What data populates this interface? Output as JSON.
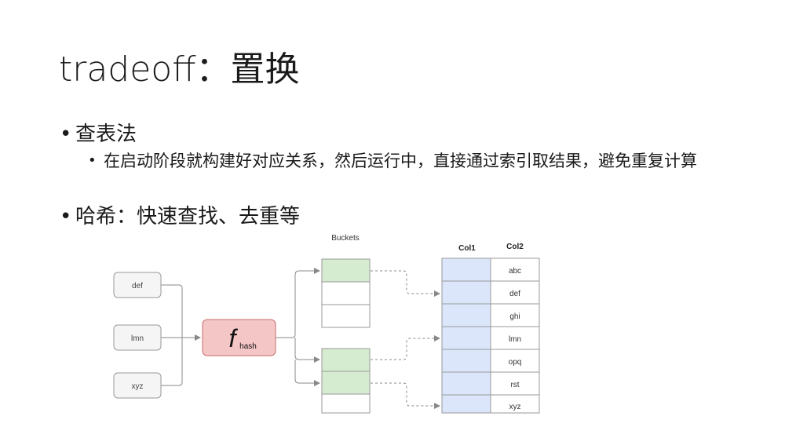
{
  "slide": {
    "title": "tradeoff：置换",
    "bullets": [
      {
        "text": "查表法"
      },
      {
        "text": "在启动阶段就构建好对应关系，然后运行中，直接通过索引取结果，避免重复计算"
      },
      {
        "text": "哈希：快速查找、去重等"
      }
    ]
  },
  "diagram": {
    "inputs": [
      "def",
      "lmn",
      "xyz"
    ],
    "hash_symbol": "f",
    "hash_label": "hash",
    "buckets_label": "Buckets",
    "table_headers": [
      "Col1",
      "Col2"
    ],
    "col2_values": [
      "abc",
      "def",
      "ghi",
      "lmn",
      "opq",
      "rst",
      "xyz"
    ],
    "colors": {
      "hash_fill": "#f5c6c6",
      "hash_stroke": "#c96b6b",
      "bucket_filled": "#d5ecd0",
      "col1_fill": "#dbe6fb",
      "line": "#888888"
    }
  }
}
